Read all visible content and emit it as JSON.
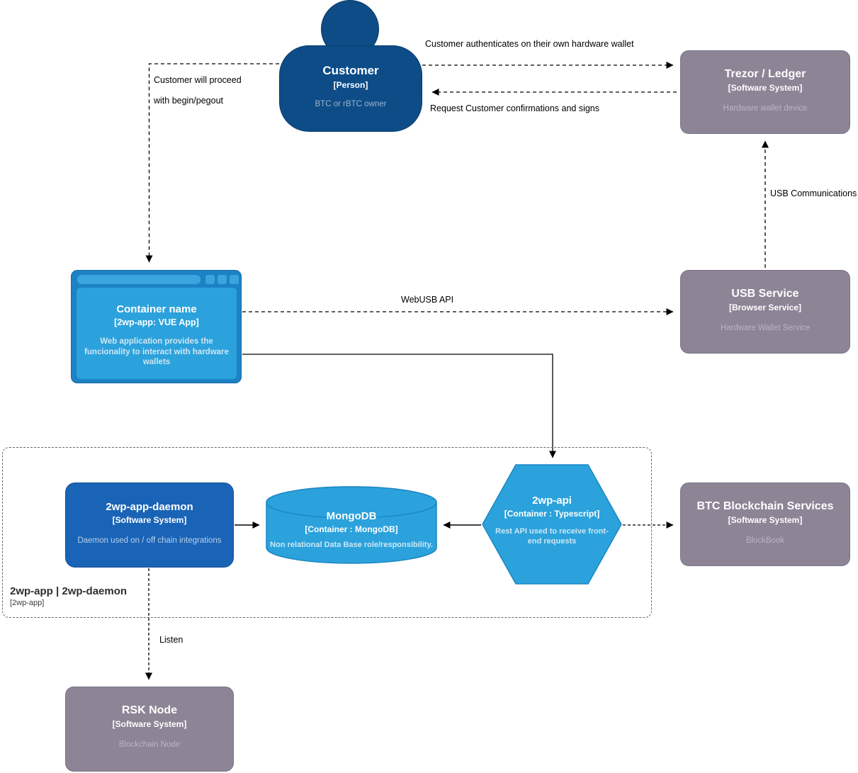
{
  "nodes": {
    "customer": {
      "title": "Customer",
      "subtitle": "[Person]",
      "description": "BTC or rBTC owner"
    },
    "trezor_ledger": {
      "title": "Trezor / Ledger",
      "subtitle": "[Software System]",
      "description": "Hardware wallet device"
    },
    "container_name": {
      "title": "Container name",
      "subtitle": "[2wp-app: VUE App]",
      "description": "Web application provides the funcionality to interact with hardware wallets"
    },
    "usb_service": {
      "title": "USB Service",
      "subtitle": "[Browser Service]",
      "description": "Hardware Wallet Service"
    },
    "daemon": {
      "title": "2wp-app-daemon",
      "subtitle": "[Software System]",
      "description": "Daemon used on / off chain integrations"
    },
    "mongodb": {
      "title": "MongoDB",
      "subtitle": "[Container : MongoDB]",
      "description": "Non relational Data Base role/responsibility."
    },
    "api": {
      "title": "2wp-api",
      "subtitle": "[Container : Typescript]",
      "description": "Rest API used to receive front-end requests"
    },
    "btc_services": {
      "title": "BTC Blockchain Services",
      "subtitle": "[Software System]",
      "description": "BlockBook"
    },
    "rsk_node": {
      "title": "RSK Node",
      "subtitle": "[Software System]",
      "description": "Blockchain Node"
    }
  },
  "boundary": {
    "title": "2wp-app | 2wp-daemon",
    "subtitle": "[2wp-app]"
  },
  "edge_labels": {
    "authenticates": "Customer authenticates on their own hardware wallet",
    "request_signs": "Request Customer confirmations and signs",
    "proceed_line1": "Customer will proceed",
    "proceed_line2": "with begin/pegout",
    "usb_comm": "USB Communications",
    "webusb": "WebUSB API",
    "listen": "Listen"
  },
  "colors": {
    "person_fill": "#0d4c87",
    "external_system_fill": "#8d8496",
    "container_fill": "#2ba2dc",
    "container_stroke": "#1b86c3",
    "daemon_fill": "#1a64b7",
    "browser_frame": "#1d82c4",
    "edge_stroke": "#000000",
    "boundary_stroke": "#666666"
  }
}
